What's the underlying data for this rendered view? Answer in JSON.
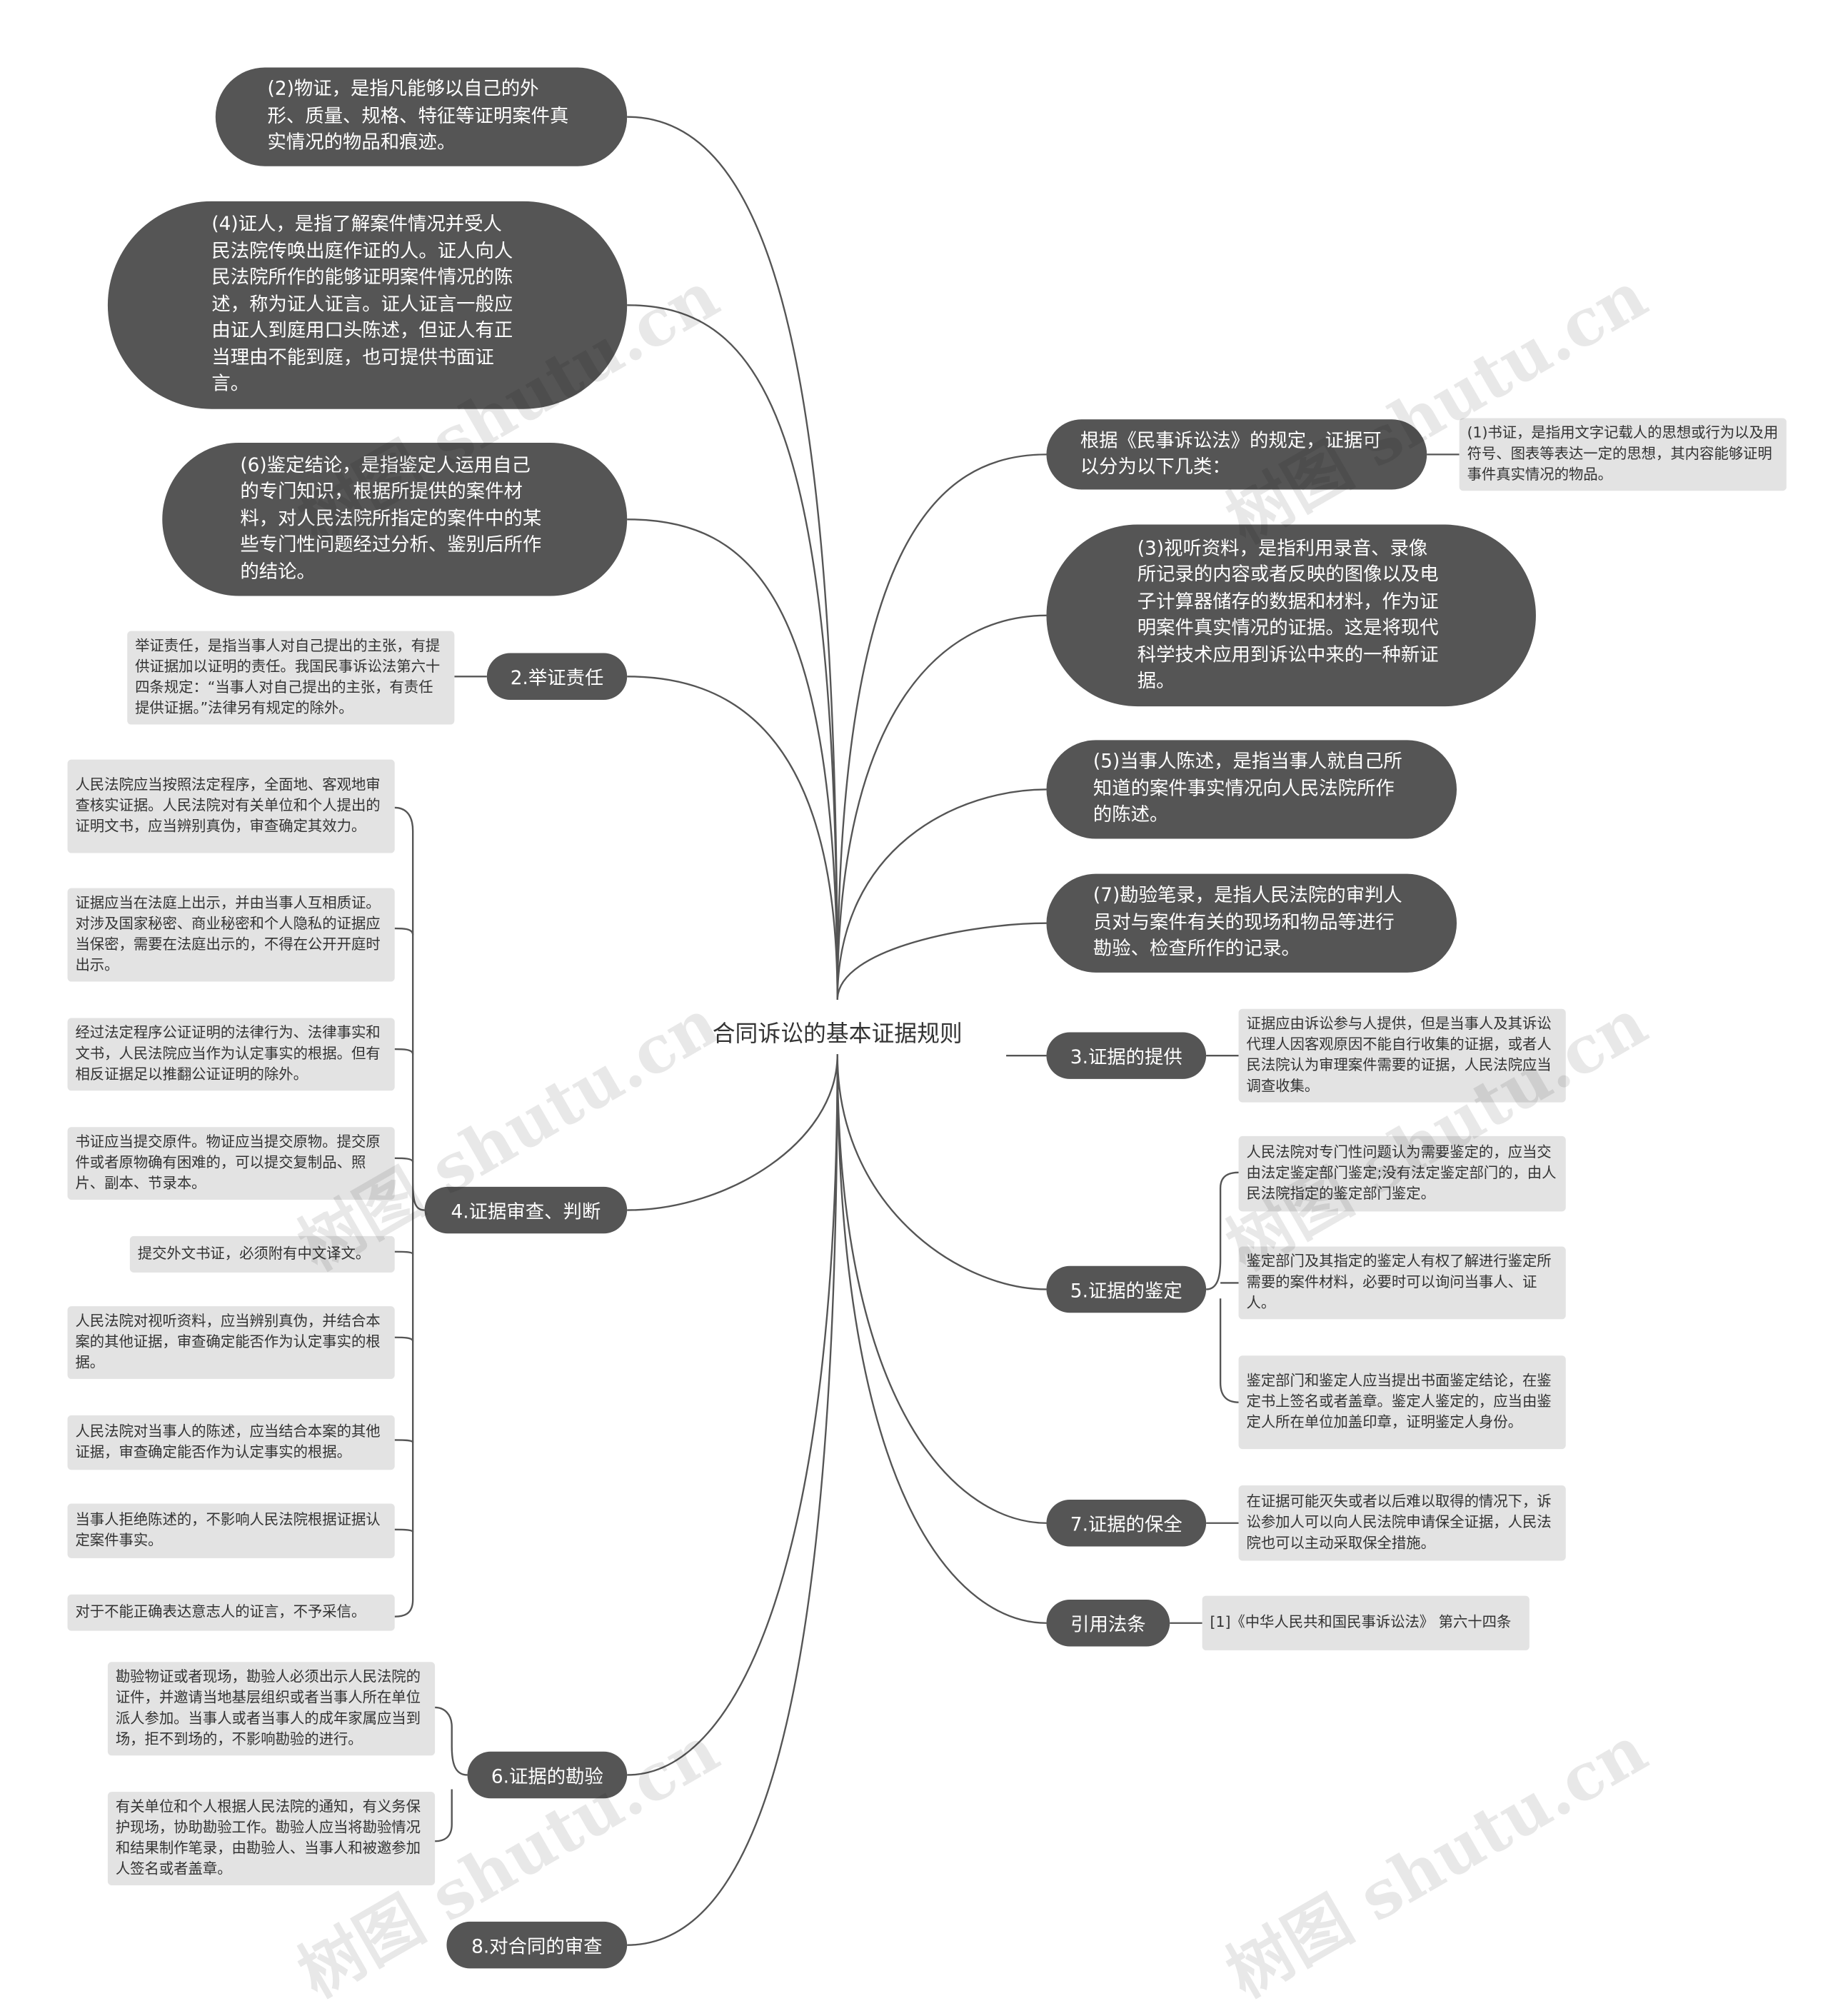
{
  "diagram": {
    "root": "合同诉讼的基本证据规则",
    "left": {
      "evidence_physical": "(2)物证，是指凡能够以自己的外形、质量、规格、特征等证明案件真实情况的物品和痕迹。",
      "evidence_witness": "(4)证人，是指了解案件情况并受人民法院传唤出庭作证的人。证人向人民法院所作的能够证明案件情况的陈述，称为证人证言。证人证言一般应由证人到庭用口头陈述，但证人有正当理由不能到庭，也可提供书面证言。",
      "evidence_appraisal": "(6)鉴定结论，是指鉴定人运用自己的专门知识，根据所提供的案件材料，对人民法院所指定的案件中的某些专门性问题经过分析、鉴别后所作的结论。",
      "burden": {
        "label": "2.举证责任",
        "detail": "举证责任，是指当事人对自己提出的主张，有提供证据加以证明的责任。我国民事诉讼法第六十四条规定：“当事人对自己提出的主张，有责任提供证据。”法律另有规定的除外。"
      },
      "review": {
        "label": "4.证据审查、判断",
        "items": [
          "人民法院应当按照法定程序，全面地、客观地审查核实证据。人民法院对有关单位和个人提出的证明文书，应当辨别真伪，审查确定其效力。",
          "证据应当在法庭上出示，并由当事人互相质证。对涉及国家秘密、商业秘密和个人隐私的证据应当保密，需要在法庭出示的，不得在公开开庭时出示。",
          "经过法定程序公证证明的法律行为、法律事实和文书，人民法院应当作为认定事实的根据。但有相反证据足以推翻公证证明的除外。",
          "书证应当提交原件。物证应当提交原物。提交原件或者原物确有困难的，可以提交复制品、照片、副本、节录本。",
          "提交外文书证，必须附有中文译文。",
          "人民法院对视听资料，应当辨别真伪，并结合本案的其他证据，审查确定能否作为认定事实的根据。",
          "人民法院对当事人的陈述，应当结合本案的其他证据，审查确定能否作为认定事实的根据。",
          "当事人拒绝陈述的，不影响人民法院根据证据认定案件事实。",
          "对于不能正确表达意志人的证言，不予采信。"
        ]
      },
      "inspection": {
        "label": "6.证据的勘验",
        "items": [
          "勘验物证或者现场，勘验人必须出示人民法院的证件，并邀请当地基层组织或者当事人所在单位派人参加。当事人或者当事人的成年家属应当到场，拒不到场的，不影响勘验的进行。",
          "有关单位和个人根据人民法院的通知，有义务保护现场，协助勘验工作。勘验人应当将勘验情况和结果制作笔录，由勘验人、当事人和被邀参加人签名或者盖章。"
        ]
      },
      "contract_review": "8.对合同的审查"
    },
    "right": {
      "kinds": {
        "label": "根据《民事诉讼法》的规定，证据可以分为以下几类：",
        "detail": "(1)书证，是指用文字记载人的思想或行为以及用符号、图表等表达一定的思想，其内容能够证明事件真实情况的物品。"
      },
      "evidence_av": "(3)视听资料，是指利用录音、录像所记录的内容或者反映的图像以及电子计算器储存的数据和材料，作为证明案件真实情况的证据。这是将现代科学技术应用到诉讼中来的一种新证据。",
      "evidence_party": "(5)当事人陈述，是指当事人就自己所知道的案件事实情况向人民法院所作的陈述。",
      "evidence_record": "(7)勘验笔录，是指人民法院的审判人员对与案件有关的现场和物品等进行勘验、检查所作的记录。",
      "provision": {
        "label": "3.证据的提供",
        "detail": "证据应由诉讼参与人提供，但是当事人及其诉讼代理人因客观原因不能自行收集的证据，或者人民法院认为审理案件需要的证据，人民法院应当调查收集。"
      },
      "appraisal": {
        "label": "5.证据的鉴定",
        "items": [
          "人民法院对专门性问题认为需要鉴定的，应当交由法定鉴定部门鉴定;没有法定鉴定部门的，由人民法院指定的鉴定部门鉴定。",
          "鉴定部门及其指定的鉴定人有权了解进行鉴定所需要的案件材料，必要时可以询问当事人、证人。",
          "鉴定部门和鉴定人应当提出书面鉴定结论，在鉴定书上签名或者盖章。鉴定人鉴定的，应当由鉴定人所在单位加盖印章，证明鉴定人身份。"
        ]
      },
      "preservation": {
        "label": "7.证据的保全",
        "detail": "在证据可能灭失或者以后难以取得的情况下，诉讼参加人可以向人民法院申请保全证据，人民法院也可以主动采取保全措施。"
      },
      "citation": {
        "label": "引用法条",
        "detail": "[1]《中华人民共和国民事诉讼法》 第六十四条"
      }
    }
  },
  "watermark": "树图 shutu.cn",
  "colors": {
    "node_dark": "#555555",
    "leaf_bg": "#e3e3e3",
    "line": "#555555"
  }
}
